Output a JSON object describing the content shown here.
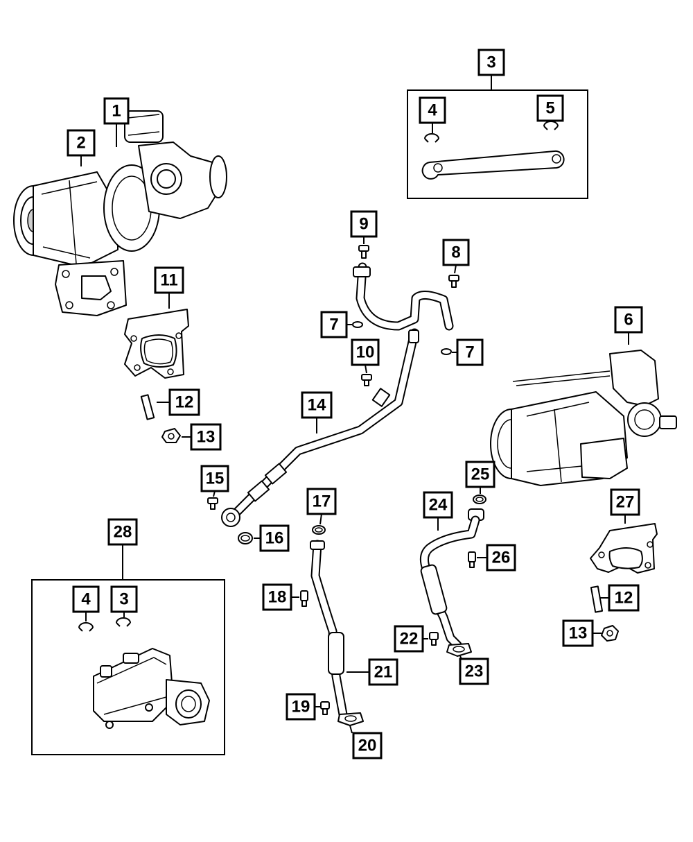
{
  "diagram": {
    "callouts": [
      "1",
      "2",
      "3",
      "4",
      "5",
      "6",
      "7",
      "8",
      "9",
      "10",
      "11",
      "12",
      "13",
      "14",
      "15",
      "16",
      "17",
      "18",
      "19",
      "20",
      "21",
      "22",
      "23",
      "24",
      "25",
      "26",
      "27",
      "28"
    ],
    "labels": {
      "c1": "1",
      "c2": "2",
      "c3": "3",
      "c4": "4",
      "c5": "5",
      "c6": "6",
      "c7a": "7",
      "c7b": "7",
      "c8": "8",
      "c9": "9",
      "c10": "10",
      "c11": "11",
      "c12a": "12",
      "c12b": "12",
      "c13a": "13",
      "c13b": "13",
      "c14": "14",
      "c15": "15",
      "c16": "16",
      "c17": "17",
      "c18": "18",
      "c19": "19",
      "c20": "20",
      "c21": "21",
      "c22": "22",
      "c23": "23",
      "c24": "24",
      "c25": "25",
      "c26": "26",
      "c27": "27",
      "c28": "28",
      "c28_4": "4",
      "c28_3": "3"
    }
  }
}
